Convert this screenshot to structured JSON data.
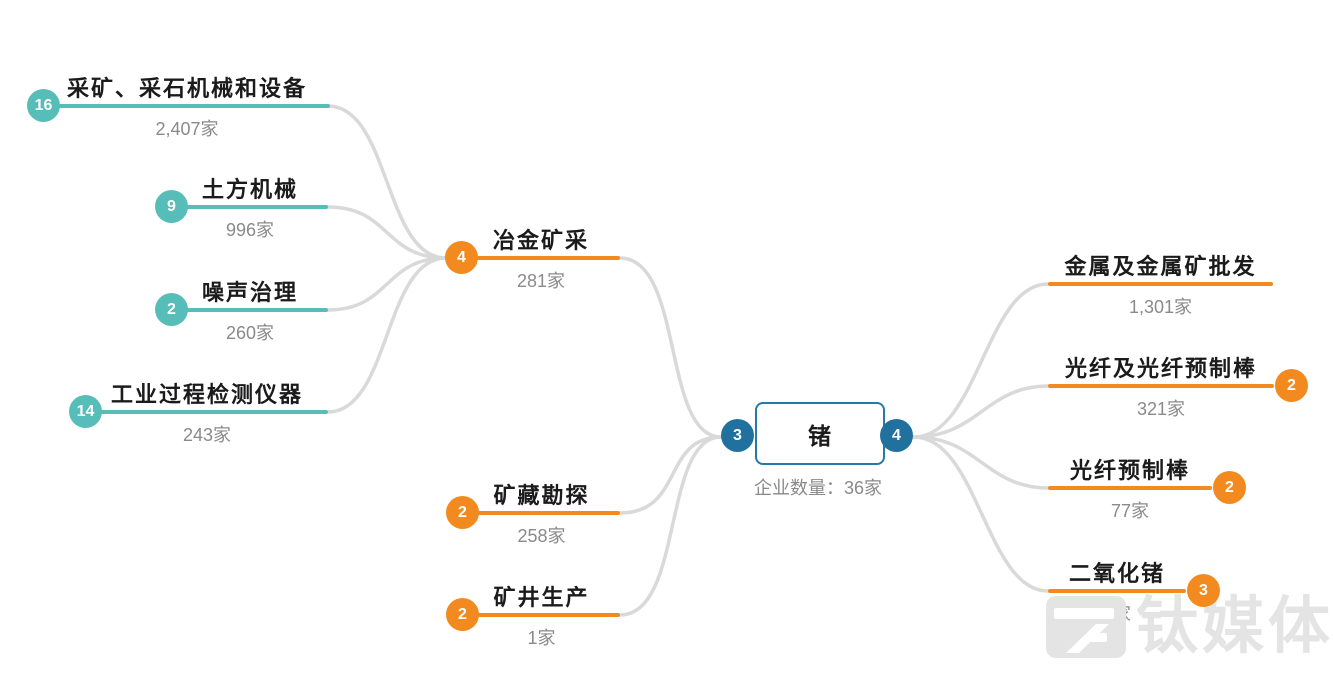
{
  "center": {
    "label": "锗",
    "left_badge": "3",
    "right_badge": "4",
    "subtitle": "企业数量：36家"
  },
  "upstream_l2": [
    {
      "badge": "16",
      "label": "采矿、采石机械和设备",
      "count": "2,407家"
    },
    {
      "badge": "9",
      "label": "土方机械",
      "count": "996家"
    },
    {
      "badge": "2",
      "label": "噪声治理",
      "count": "260家"
    },
    {
      "badge": "14",
      "label": "工业过程检测仪器",
      "count": "243家"
    }
  ],
  "upstream_l1": [
    {
      "badge": "4",
      "label": "冶金矿采",
      "count": "281家"
    },
    {
      "badge": "2",
      "label": "矿藏勘探",
      "count": "258家"
    },
    {
      "badge": "2",
      "label": "矿井生产",
      "count": "1家"
    }
  ],
  "downstream": [
    {
      "badge": "",
      "label": "金属及金属矿批发",
      "count": "1,301家"
    },
    {
      "badge": "2",
      "label": "光纤及光纤预制棒",
      "count": "321家"
    },
    {
      "badge": "2",
      "label": "光纤预制棒",
      "count": "77家"
    },
    {
      "badge": "3",
      "label": "二氧化锗",
      "count": "3家"
    }
  ],
  "watermark": {
    "text": "钛媒体"
  },
  "colors": {
    "teal": "#57bdb8",
    "orange": "#f28a20",
    "blue": "#20719e",
    "connector_gray": "#d9d9d9",
    "label_text": "#1b1b1b",
    "count_text": "#8a8a8a",
    "watermark_gray": "#e4e4e4"
  }
}
